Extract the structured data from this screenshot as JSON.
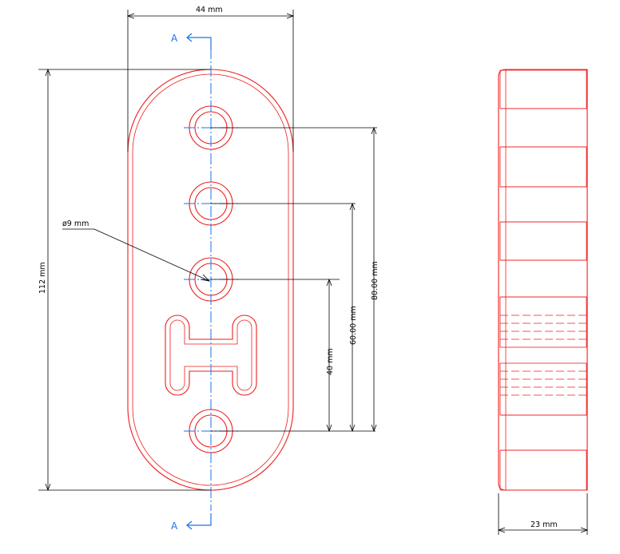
{
  "colors": {
    "outline": "#ee1c1c",
    "centerline": "#1a73e8",
    "dimension": "#000000",
    "background": "#ffffff"
  },
  "section": {
    "top_label": "A",
    "bottom_label": "A"
  },
  "dimensions": {
    "width": "44 mm",
    "height": "112 mm",
    "hole_diameter": "ø9 mm",
    "spacing_40": "40 mm",
    "spacing_60": "60.00 mm",
    "spacing_80": "80.00 mm",
    "thickness": "23 mm"
  }
}
